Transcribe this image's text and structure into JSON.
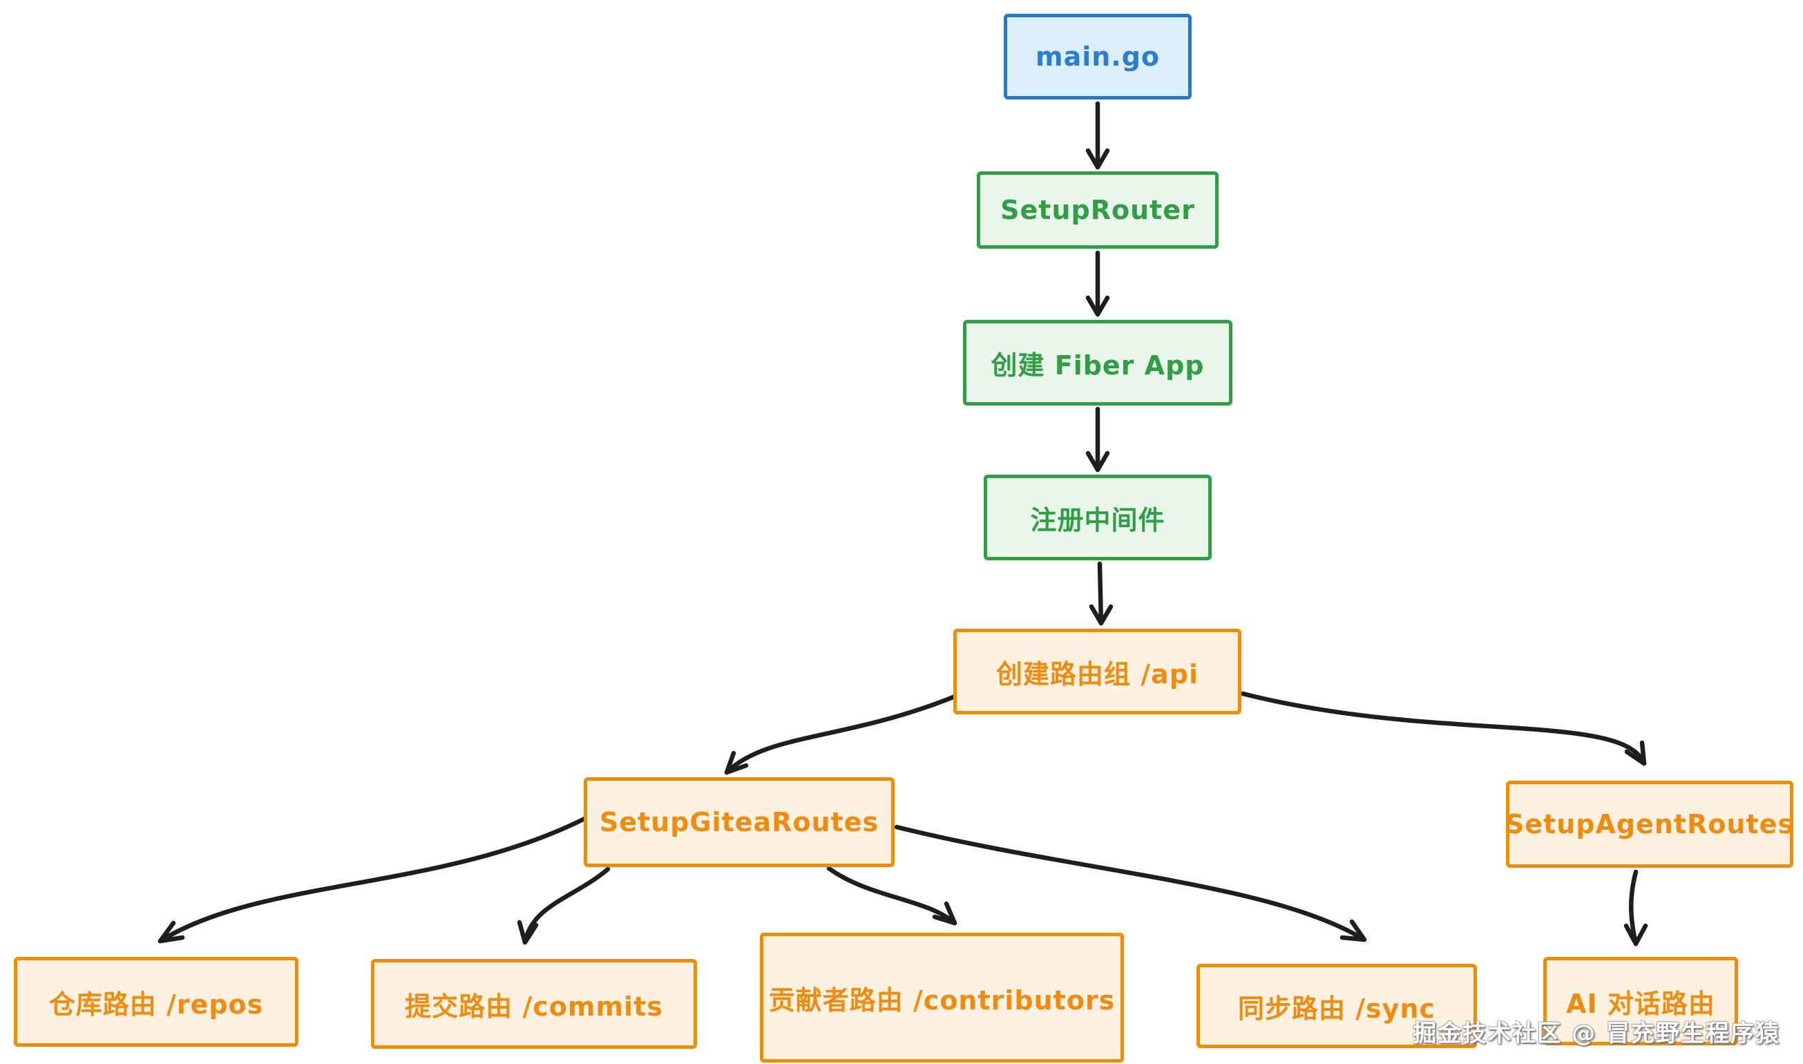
{
  "colors": {
    "blue_border": "#2878c8",
    "blue_fill": "#ddeefb",
    "blue_text": "#2b7cd3",
    "green_border": "#2f9e44",
    "green_fill": "#eaf6ec",
    "green_text": "#2f9e44",
    "orange_border": "#f08c00",
    "orange_fill": "#fdf2e2",
    "orange_text": "#ef8c10",
    "arrow": "#1e1e1e"
  },
  "nodes": [
    {
      "id": "main-go",
      "label": "main.go",
      "color": "blue"
    },
    {
      "id": "setup-router",
      "label": "SetupRouter",
      "color": "green"
    },
    {
      "id": "create-fiber-app",
      "label": "创建 Fiber App",
      "color": "green"
    },
    {
      "id": "register-middleware",
      "label": "注册中间件",
      "color": "green"
    },
    {
      "id": "create-api-group",
      "label": "创建路由组 /api",
      "color": "orange"
    },
    {
      "id": "setup-gitea-routes",
      "label": "SetupGiteaRoutes",
      "color": "orange"
    },
    {
      "id": "setup-agent-routes",
      "label": "SetupAgentRoutes",
      "color": "orange"
    },
    {
      "id": "repos-route",
      "label": "仓库路由 /repos",
      "color": "orange"
    },
    {
      "id": "commits-route",
      "label": "提交路由 /commits",
      "color": "orange"
    },
    {
      "id": "contributors-route",
      "label": "贡献者路由 /contributors",
      "color": "orange"
    },
    {
      "id": "sync-route",
      "label": "同步路由 /sync",
      "color": "orange"
    },
    {
      "id": "ai-chat-route",
      "label": "AI 对话路由",
      "color": "orange"
    }
  ],
  "edges": [
    {
      "from": "main-go",
      "to": "setup-router"
    },
    {
      "from": "setup-router",
      "to": "create-fiber-app"
    },
    {
      "from": "create-fiber-app",
      "to": "register-middleware"
    },
    {
      "from": "register-middleware",
      "to": "create-api-group"
    },
    {
      "from": "create-api-group",
      "to": "setup-gitea-routes"
    },
    {
      "from": "create-api-group",
      "to": "setup-agent-routes"
    },
    {
      "from": "setup-gitea-routes",
      "to": "repos-route"
    },
    {
      "from": "setup-gitea-routes",
      "to": "commits-route"
    },
    {
      "from": "setup-gitea-routes",
      "to": "contributors-route"
    },
    {
      "from": "setup-gitea-routes",
      "to": "sync-route"
    },
    {
      "from": "setup-agent-routes",
      "to": "ai-chat-route"
    }
  ],
  "watermark": {
    "text": "掘金技术社区 @ 冒充野生程序猿"
  }
}
